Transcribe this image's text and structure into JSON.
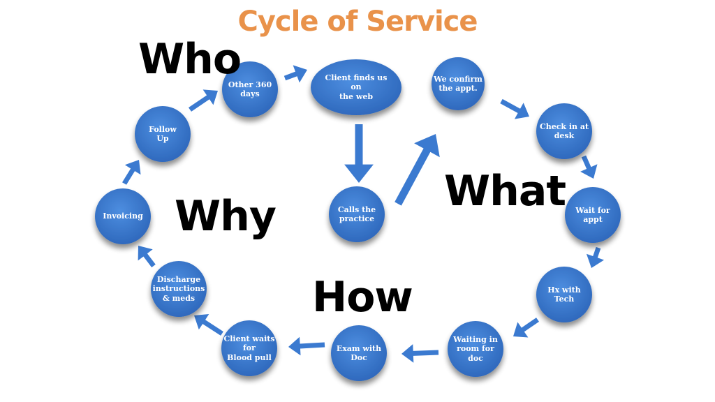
{
  "title": "Cycle of Service",
  "words": {
    "who": "Who",
    "why": "Why",
    "what": "What",
    "how": "How"
  },
  "colors": {
    "title_orange": "#e9924a",
    "node_blue": "#3f7fd1",
    "node_dark": "#2c63b3",
    "arrow_blue": "#3b7ad0",
    "text": "#000000"
  },
  "nodes": [
    {
      "id": "client-finds-us",
      "label": "Client finds us\non\nthe web"
    },
    {
      "id": "we-confirm",
      "label": "We confirm\nthe appt."
    },
    {
      "id": "check-in",
      "label": "Check in at\ndesk"
    },
    {
      "id": "wait-for-appt",
      "label": "Wait for\nappt"
    },
    {
      "id": "hx-with-tech",
      "label": "Hx with\nTech"
    },
    {
      "id": "waiting-in-room",
      "label": "Waiting  in\nroom for\ndoc"
    },
    {
      "id": "exam-with-doc",
      "label": "Exam with\nDoc"
    },
    {
      "id": "client-waits",
      "label": "Client waits\nfor\nBlood pull"
    },
    {
      "id": "discharge",
      "label": "Discharge\ninstructions\n& meds"
    },
    {
      "id": "invoicing",
      "label": "Invoicing"
    },
    {
      "id": "follow-up",
      "label": "Follow\nUp"
    },
    {
      "id": "other-360",
      "label": "Other 360\ndays"
    },
    {
      "id": "calls-practice",
      "label": "Calls the\npractice"
    }
  ]
}
